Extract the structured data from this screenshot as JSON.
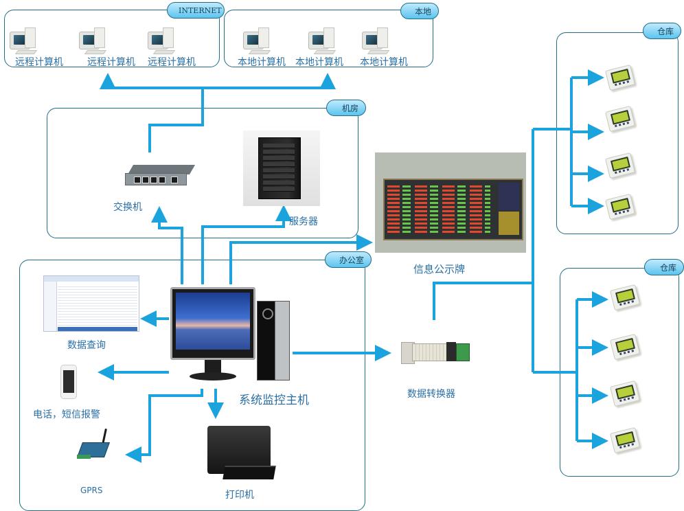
{
  "colors": {
    "wire": "#1aa3dd",
    "zone_border": "#1f6d86",
    "label_text": "#2a6fa5",
    "tag_fill": "#5cc4ef"
  },
  "zones": {
    "internet": {
      "tag": "INTERNET",
      "devices": [
        "远程计算机",
        "远程计算机",
        "远程计算机"
      ]
    },
    "local": {
      "tag": "本地",
      "devices": [
        "本地计算机",
        "本地计算机",
        "本地计算机"
      ]
    },
    "machine_room": {
      "tag": "机房",
      "switch_label": "交换机",
      "server_label": "服务器"
    },
    "office": {
      "tag": "办公室",
      "data_query_label": "数据查询",
      "phone_label": "电话，短信报警",
      "host_label": "系统监控主机",
      "gprs_label": "GPRS",
      "printer_label": "打印机"
    },
    "warehouse_1": {
      "tag": "仓库",
      "sensor_count": 4
    },
    "warehouse_2": {
      "tag": "仓库",
      "sensor_count": 4
    }
  },
  "info_board": {
    "label": "信息公示牌"
  },
  "converter": {
    "label": "数据转换器"
  }
}
